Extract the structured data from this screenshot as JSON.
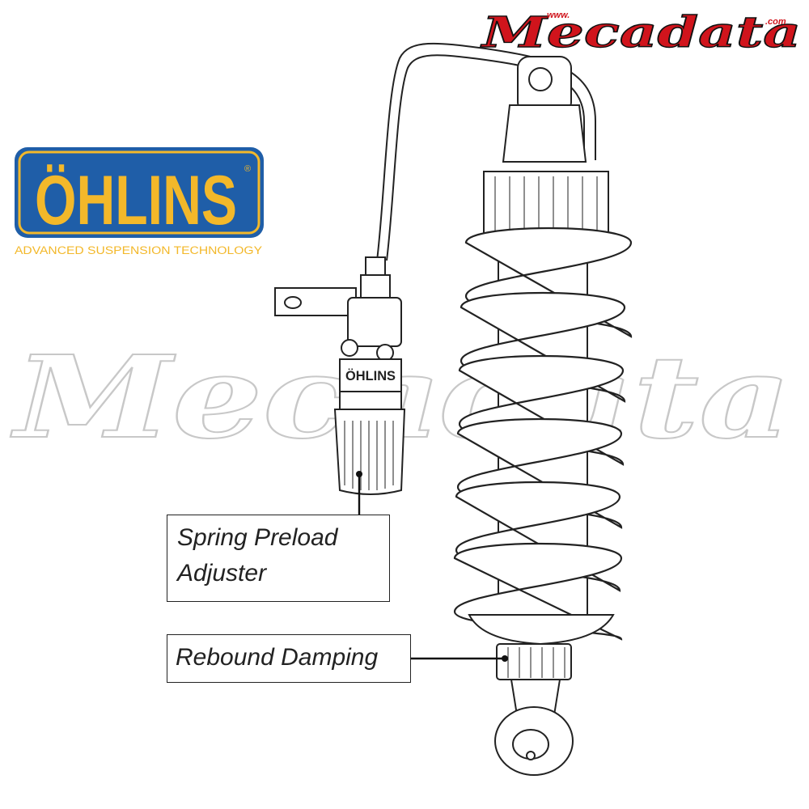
{
  "brand_logo": {
    "name": "ÖHLINS",
    "tagline": "ADVANCED SUSPENSION TECHNOLOGY",
    "registered_mark": "®",
    "colors": {
      "blue": "#1f5ea8",
      "yellow": "#f3b82a"
    }
  },
  "watermark": {
    "text": "Mecadata",
    "url_prefix": "www.",
    "url_suffix": ".com",
    "colors": {
      "red": "#d0141c",
      "outline": "#111111"
    }
  },
  "reservoir_brand": "ÖHLINS",
  "callouts": {
    "spring_preload": {
      "line1": "Spring Preload",
      "line2": "Adjuster"
    },
    "rebound_damping": {
      "line1": "Rebound Damping"
    }
  },
  "icons": [
    "shock-absorber-icon",
    "coil-spring-icon",
    "remote-reservoir-icon"
  ]
}
